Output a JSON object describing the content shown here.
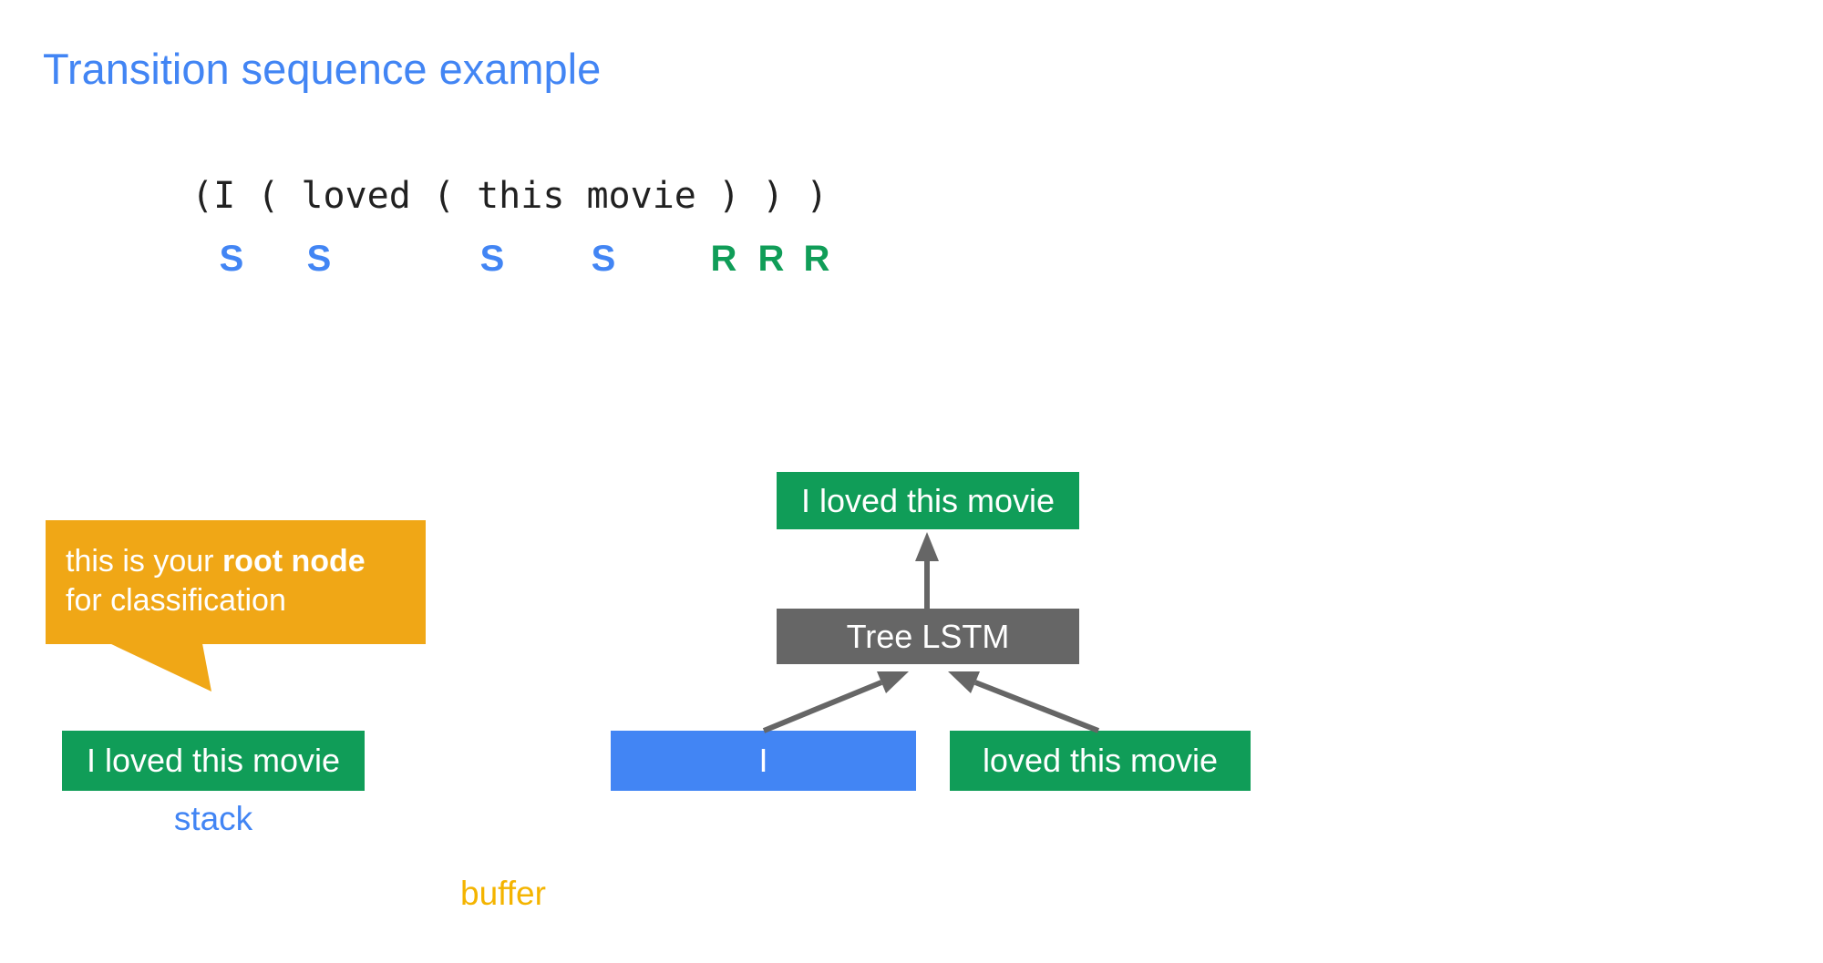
{
  "slide": {
    "title": "Transition sequence example"
  },
  "sequence": {
    "text": "(I ( loved ( this movie ) ) )"
  },
  "actions": {
    "items": [
      {
        "label": "S",
        "type": "shift"
      },
      {
        "label": "S",
        "type": "shift"
      },
      {
        "label": "S",
        "type": "shift"
      },
      {
        "label": "S",
        "type": "shift"
      },
      {
        "label": "R",
        "type": "reduce"
      },
      {
        "label": "R",
        "type": "reduce"
      },
      {
        "label": "R",
        "type": "reduce"
      }
    ]
  },
  "callout": {
    "line1_pre": "this is your ",
    "line1_bold": "root node",
    "line2": "for classification"
  },
  "stack": {
    "box_label": "I loved this movie",
    "caption": "stack"
  },
  "buffer": {
    "caption": "buffer"
  },
  "tree": {
    "root_box": "I loved this movie",
    "cell_box": "Tree LSTM",
    "left_box": "I",
    "right_box": "loved this movie"
  },
  "colors": {
    "blue": "#4285F4",
    "green": "#109D58",
    "gray": "#666666",
    "callout-yellow": "#F0A716",
    "buffer-yellow": "#F4B400",
    "text-dark": "#212121"
  }
}
